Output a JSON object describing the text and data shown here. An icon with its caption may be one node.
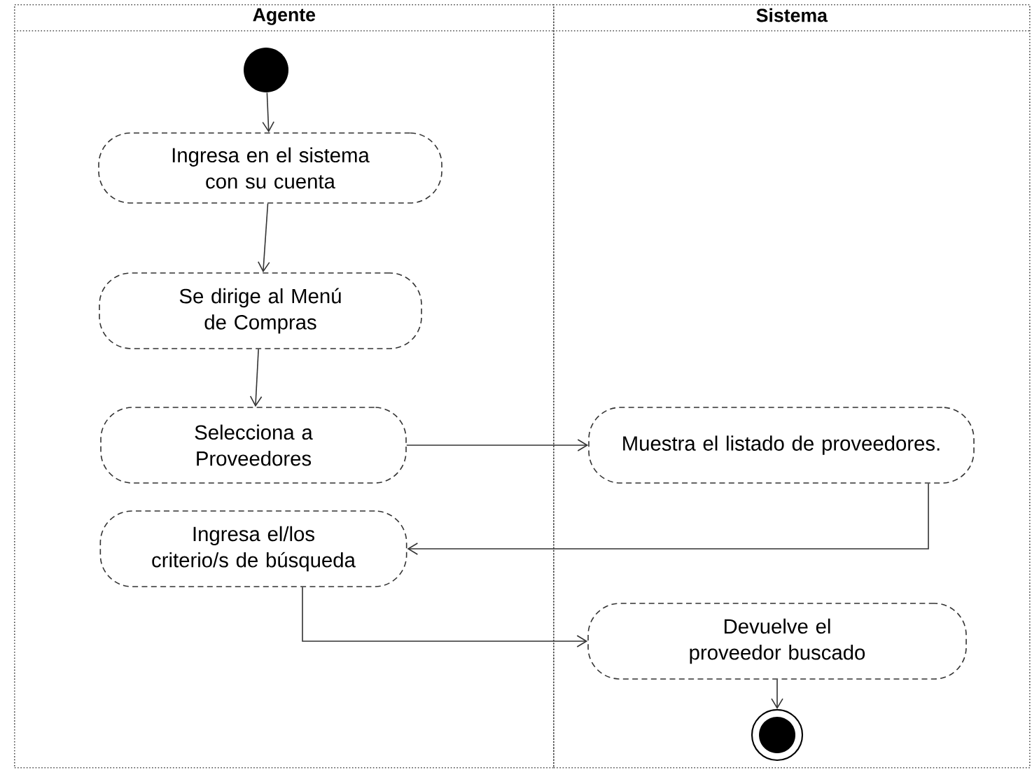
{
  "diagram": {
    "nodes": [
      {
        "text": [
          "Agente"
        ]
      },
      {
        "text": [
          "Sistema"
        ]
      },
      {
        "text": [],
        "shape": "circle",
        "in": 0
      },
      {
        "text": [
          "Ingresa en el sistema con su cuenta"
        ],
        "in": 0
      },
      {
        "text": [
          "Se dirige al Menú de Compras"
        ],
        "in": 0
      },
      {
        "text": [
          "Selecciona a Proveedores"
        ],
        "in": 0
      },
      {
        "text": [
          "Muestra el listado de proveedores."
        ],
        "in": 1
      },
      {
        "text": [
          "Ingresa el/los criterio/s de búsqueda"
        ],
        "in": 0
      },
      {
        "text": [
          "Devuelve el proveedor buscado"
        ],
        "in": 1
      },
      {
        "text": [],
        "shape": "circle",
        "in": 1
      }
    ],
    "edges": [
      {
        "from": 2,
        "to": 3,
        "arrow": "to"
      },
      {
        "from": 3,
        "to": 4,
        "arrow": "to"
      },
      {
        "from": 4,
        "to": 5,
        "arrow": "to"
      },
      {
        "from": 5,
        "to": 6,
        "arrow": "to"
      },
      {
        "from": 6,
        "to": 7,
        "arrow": "to"
      },
      {
        "from": 7,
        "to": 8,
        "arrow": "to"
      },
      {
        "from": 8,
        "to": 9,
        "arrow": "to"
      }
    ]
  }
}
